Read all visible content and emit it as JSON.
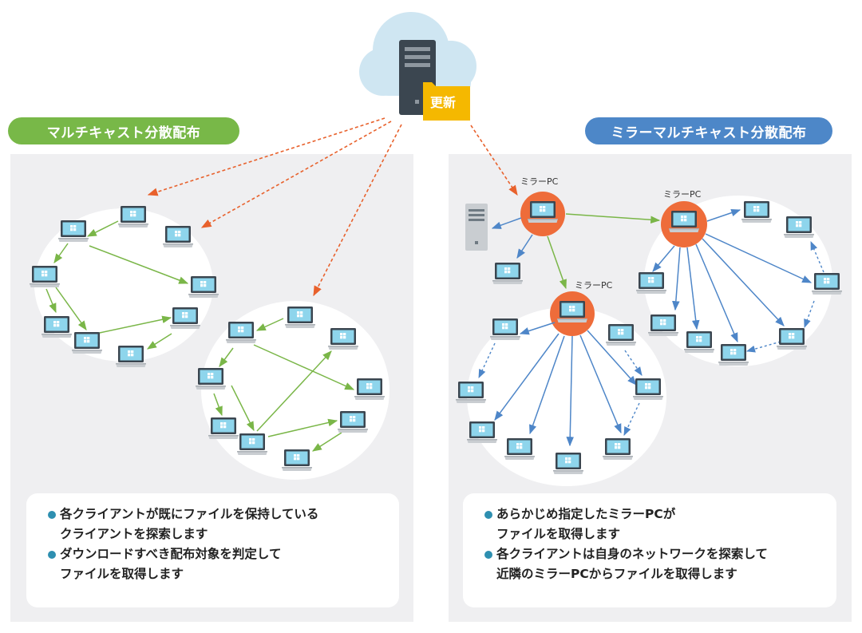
{
  "header": {
    "left_title": "マルチキャスト分散配布",
    "right_title": "ミラーマルチキャスト分散配布"
  },
  "server": {
    "update_label": "更新"
  },
  "mirror_labels": [
    "ミラーPC",
    "ミラーPC",
    "ミラーPC"
  ],
  "left_note": {
    "bullet1_line1": "各クライアントが既にファイルを保持している",
    "bullet1_line2": "クライアントを探索します",
    "bullet2_line1": "ダウンロードすべき配布対象を判定して",
    "bullet2_line2": "ファイルを取得します"
  },
  "right_note": {
    "bullet1_line1": "あらかじめ指定したミラーPCが",
    "bullet1_line2": "ファイルを取得します",
    "bullet2_line1": "各クライアントは自身のネットワークを探索して",
    "bullet2_line2": "近隣のミラーPCからファイルを取得します"
  },
  "colors": {
    "green_pill": "#78b848",
    "blue_pill": "#4d87c8",
    "green_arrow": "#7ab648",
    "blue_arrow": "#4e86c8",
    "orange_arrow": "#e8612c",
    "panel_bg": "#efeff1",
    "cloud": "#cfe6f2",
    "folder": "#f5b800",
    "mirror_circle": "#ee6c3a",
    "bullet": "#2e8fb0"
  },
  "icons": [
    "cloud-icon",
    "server-icon",
    "folder-icon",
    "laptop-icon",
    "tower-pc-icon"
  ]
}
